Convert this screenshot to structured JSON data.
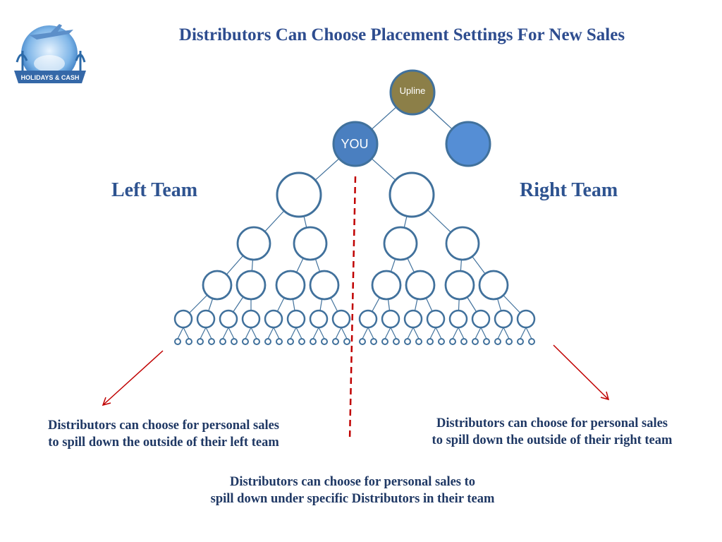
{
  "title": "Distributors Can Choose Placement Settings For New Sales",
  "logo": {
    "text": "HOLIDAYS & CASH"
  },
  "nodes": {
    "upline": "Upline",
    "you": "YOU"
  },
  "teams": {
    "left": "Left Team",
    "right": "Right Team"
  },
  "captions": {
    "left": [
      "Distributors can choose for personal sales",
      "to spill down the outside of their left team"
    ],
    "right": [
      "Distributors can choose for personal sales",
      "to spill down the outside of their right team"
    ],
    "center": [
      "Distributors can choose for personal sales to",
      "spill down under specific Distributors in their team"
    ]
  },
  "colors": {
    "title": "#2e4d8f",
    "node_stroke": "#41719c",
    "upline_fill": "#8c7f48",
    "you_fill": "#4a7fc0",
    "right_fill": "#558ed5",
    "divider": "#c00000",
    "arrow": "#c00000"
  }
}
